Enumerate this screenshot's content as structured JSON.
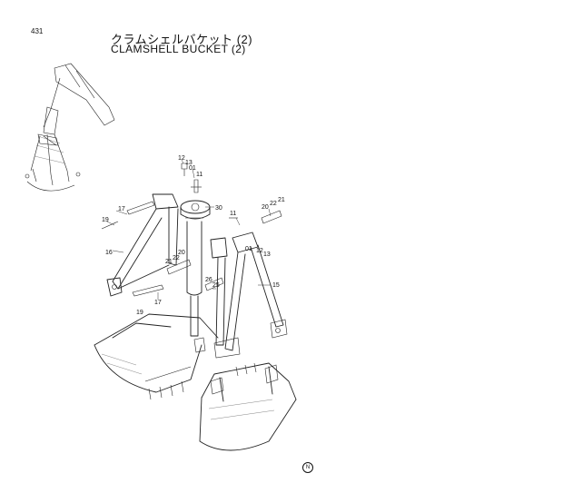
{
  "header": {
    "page_number": "431",
    "title_jp": "クラムシェルバケット (2)",
    "title_en": "CLAMSHELL BUCKET (2)"
  },
  "callouts": [
    "12",
    "13",
    "01",
    "11",
    "17",
    "19",
    "16",
    "30",
    "11",
    "20",
    "22",
    "21",
    "21",
    "22",
    "20",
    "01",
    "12",
    "13",
    "26",
    "25",
    "15",
    "17",
    "19"
  ],
  "footer": {
    "mark": "N"
  }
}
